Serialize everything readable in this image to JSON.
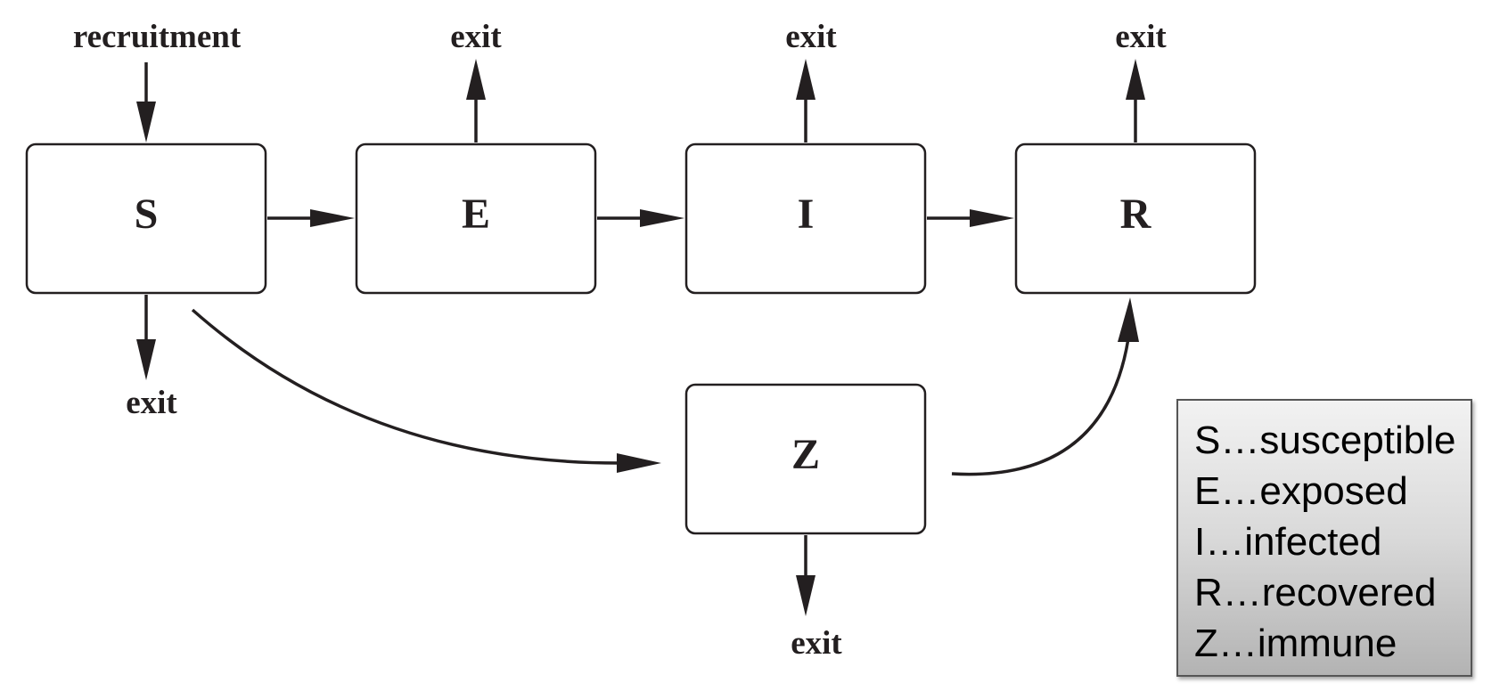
{
  "nodes": {
    "S": "S",
    "E": "E",
    "I": "I",
    "R": "R",
    "Z": "Z"
  },
  "flows": {
    "recruitment": "recruitment",
    "exit_S": "exit",
    "exit_E": "exit",
    "exit_I": "exit",
    "exit_R": "exit",
    "exit_Z": "exit"
  },
  "legend": [
    "S…susceptible",
    "E…exposed",
    "I…infected",
    "R…recovered",
    "Z…immune"
  ]
}
